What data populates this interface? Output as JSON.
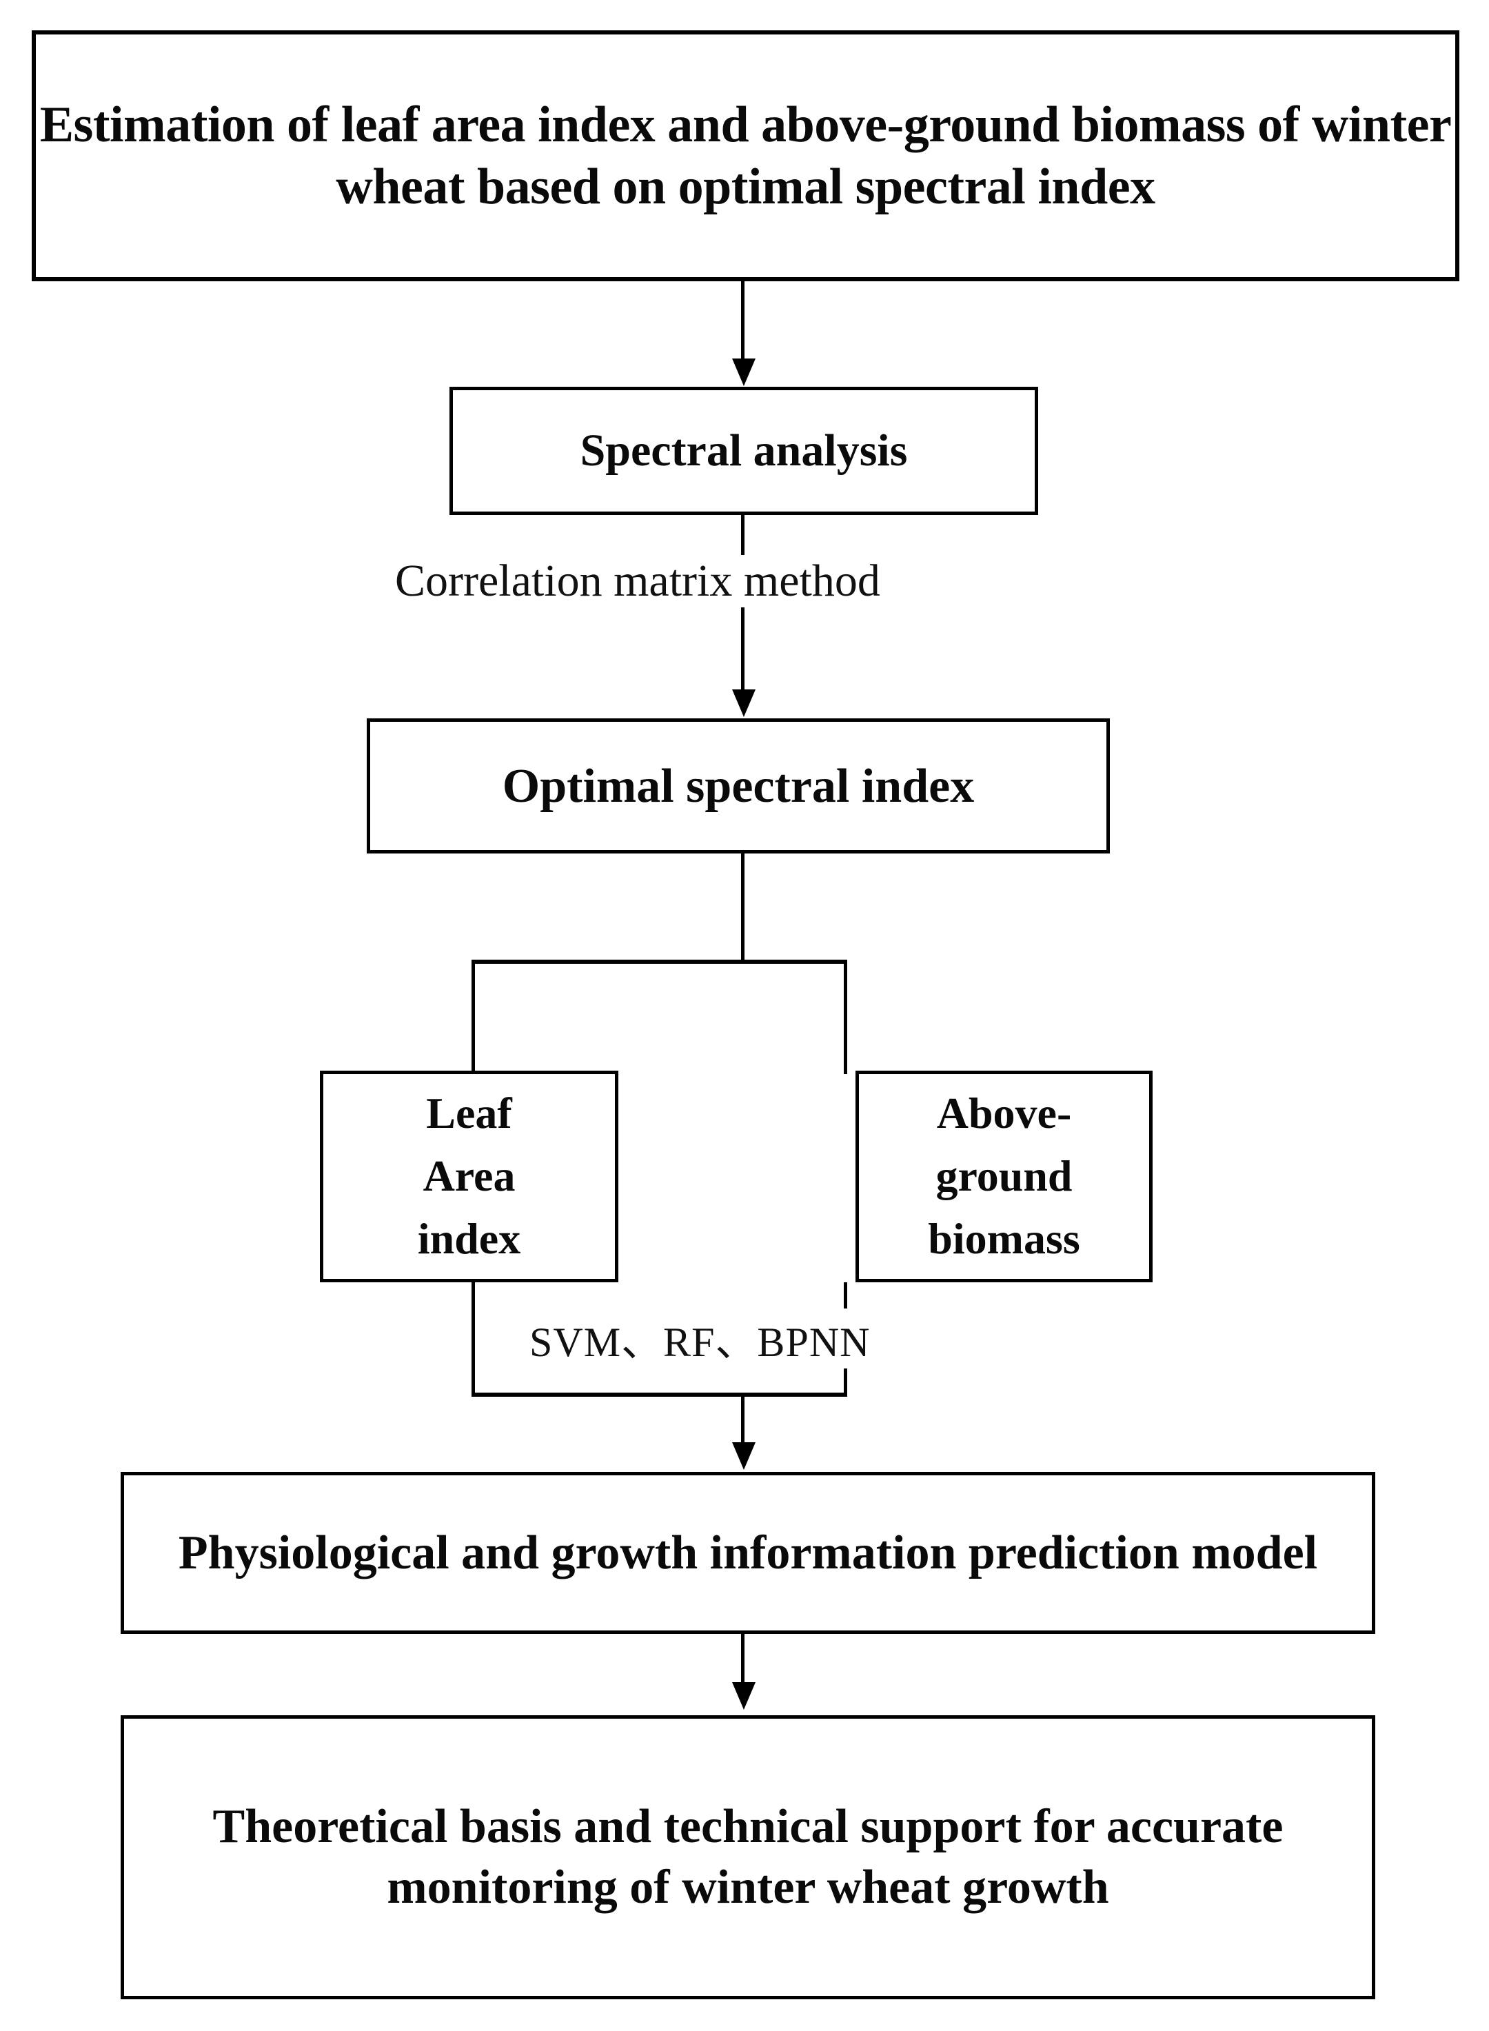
{
  "diagram": {
    "type": "flowchart",
    "orientation": "top-to-bottom",
    "nodes": {
      "title": "Estimation of leaf area index and above-ground biomass of winter wheat based on optimal spectral index",
      "spectral_analysis": "Spectral  analysis",
      "optimal_index": "Optimal spectral index",
      "leaf_area_index": "Leaf\nArea\nindex",
      "above_ground_biomass": "Above-\nground\nbiomass",
      "prediction_model": "Physiological and growth information prediction model",
      "theoretical_basis": "Theoretical basis and technical support for accurate monitoring of winter wheat growth"
    },
    "edge_labels": {
      "correlation_method": "Correlation matrix method",
      "algorithms": "SVM、RF、BPNN"
    },
    "colors": {
      "stroke": "#000000",
      "background": "#ffffff",
      "text": "#0a0a0a"
    }
  }
}
